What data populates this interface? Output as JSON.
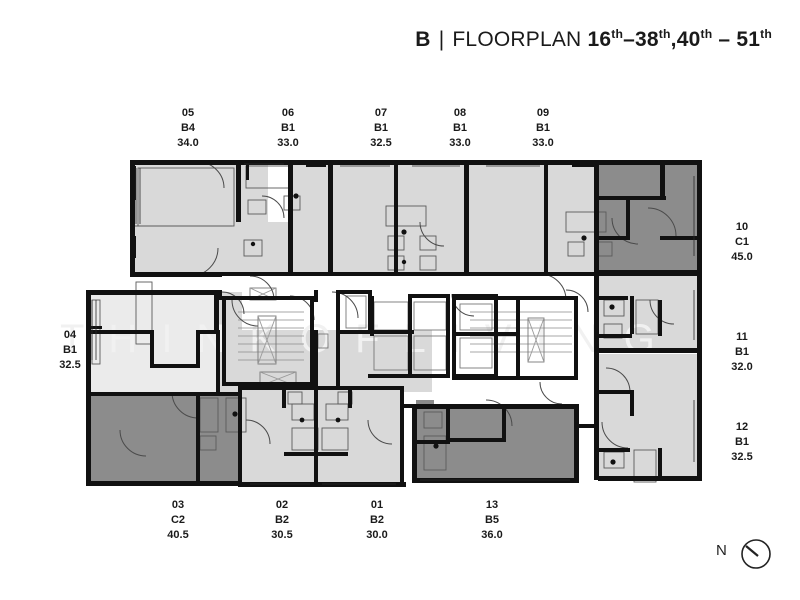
{
  "header": {
    "building": "B",
    "separator": "|",
    "word": "FLOORPLAN",
    "floor_range": "16th–38th ,40th – 51st",
    "floor_parts": {
      "a_num": "16",
      "a_sup": "th",
      "b_num": "38",
      "b_sup": "th",
      "comma": ",",
      "c_num": "40",
      "c_sup": "th",
      "dash": "–",
      "d_num": "51",
      "d_sup": "th"
    }
  },
  "units": {
    "top": [
      {
        "number": "05",
        "type": "B4",
        "area": "34.0"
      },
      {
        "number": "06",
        "type": "B1",
        "area": "33.0"
      },
      {
        "number": "07",
        "type": "B1",
        "area": "32.5"
      },
      {
        "number": "08",
        "type": "B1",
        "area": "33.0"
      },
      {
        "number": "09",
        "type": "B1",
        "area": "33.0"
      }
    ],
    "right": [
      {
        "number": "10",
        "type": "C1",
        "area": "45.0"
      },
      {
        "number": "11",
        "type": "B1",
        "area": "32.0"
      },
      {
        "number": "12",
        "type": "B1",
        "area": "32.5"
      }
    ],
    "bottom": [
      {
        "number": "03",
        "type": "C2",
        "area": "40.5"
      },
      {
        "number": "02",
        "type": "B2",
        "area": "30.5"
      },
      {
        "number": "01",
        "type": "B2",
        "area": "30.0"
      },
      {
        "number": "13",
        "type": "B5",
        "area": "36.0"
      }
    ],
    "left": [
      {
        "number": "04",
        "type": "B1",
        "area": "32.5"
      }
    ]
  },
  "compass": {
    "label": "N"
  },
  "colors": {
    "wall": "#111111",
    "unit_light": "#d9d9d9",
    "unit_dark": "#8c8c8c",
    "core_white": "#ffffff",
    "thin_line": "#333333",
    "fixture_line": "#555555",
    "text": "#1a1a1a",
    "watermark": "#f0f0f0"
  }
}
